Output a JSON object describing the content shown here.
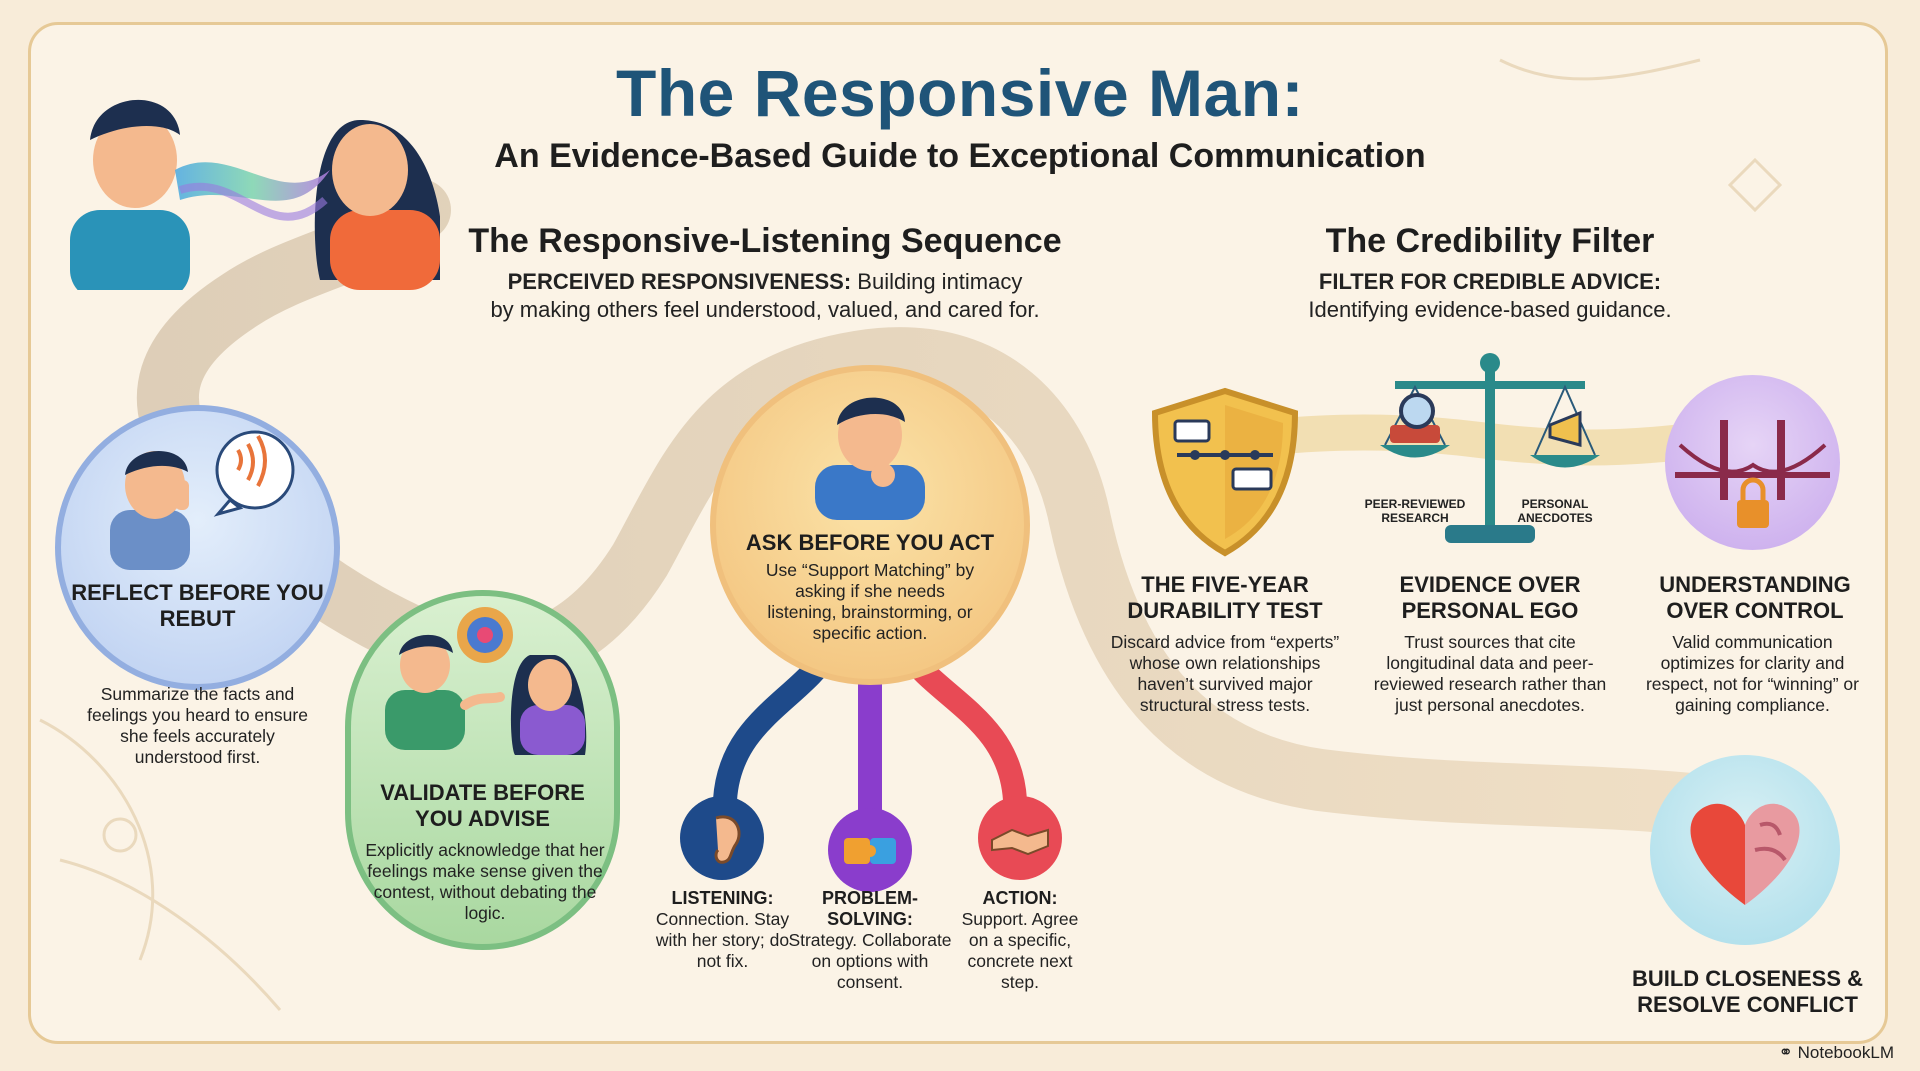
{
  "header": {
    "title": "The Responsive Man:",
    "subtitle": "An Evidence-Based Guide to Exceptional Communication"
  },
  "listening_sequence": {
    "title": "The Responsive-Listening Sequence",
    "lead_bold": "PERCEIVED RESPONSIVENESS:",
    "lead_rest": " Building intimacy",
    "lead_line2": "by making others feel understood, valued, and cared for.",
    "steps": [
      {
        "title": "REFLECT BEFORE YOU REBUT",
        "text": "Summarize the facts and feelings you heard to ensure she feels accurately understood first."
      },
      {
        "title": "VALIDATE BEFORE YOU ADVISE",
        "text": "Explicitly acknowledge that her feelings make sense given the contest, without debating the logic."
      },
      {
        "title": "ASK BEFORE YOU ACT",
        "text": "Use “Support Matching” by asking if she needs listening, brainstorming, or specific action."
      }
    ],
    "branches": [
      {
        "label": "LISTENING:",
        "text": "Connection. Stay with her story; do not fix.",
        "icon": "ear-icon"
      },
      {
        "label": "PROBLEM-SOLVING:",
        "text": "Strategy. Collaborate on options with consent.",
        "icon": "puzzle-icon"
      },
      {
        "label": "ACTION:",
        "text": "Support. Agree on a specific, concrete next step.",
        "icon": "handshake-icon"
      }
    ]
  },
  "credibility_filter": {
    "title": "The Credibility Filter",
    "lead_bold": "FILTER FOR CREDIBLE ADVICE:",
    "lead_line2": "Identifying evidence-based guidance.",
    "scale_left": "PEER-REVIEWED RESEARCH",
    "scale_right": "PERSONAL ANECDOTES",
    "items": [
      {
        "title": "THE FIVE-YEAR DURABILITY TEST",
        "text": "Discard advice from “experts” whose own relationships haven’t survived major structural stress tests."
      },
      {
        "title": "EVIDENCE OVER PERSONAL EGO",
        "text": "Trust sources that cite longitudinal data and peer-reviewed research rather than just personal anecdotes."
      },
      {
        "title": "UNDERSTANDING OVER CONTROL",
        "text": "Valid communication optimizes for clarity and respect, not for “winning” or gaining compliance."
      }
    ]
  },
  "outcome": {
    "title": "BUILD CLOSENESS & RESOLVE CONFLICT"
  },
  "brand": "NotebookLM",
  "colors": {
    "title_blue": "#1f5478",
    "path_tan": "#e6d2ad",
    "background": "#fbf3e6"
  }
}
